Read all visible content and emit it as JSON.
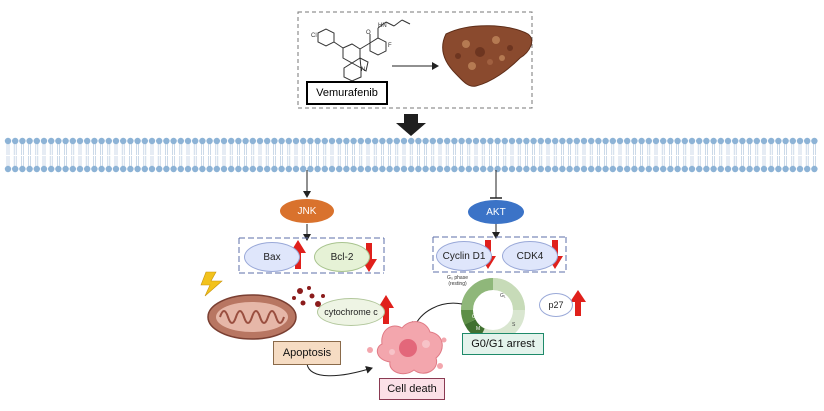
{
  "drug": {
    "name": "Vemurafenib"
  },
  "pathway": {
    "left_kinase": "JNK",
    "right_kinase": "AKT"
  },
  "markers": {
    "bax": "Bax",
    "bcl2": "Bcl-2",
    "cyclin_d1": "Cyclin D1",
    "cdk4": "CDK4",
    "cytochrome_c": "cytochrome c",
    "p27": "p27"
  },
  "cell_cycle": {
    "g0_label": "G₀ phase",
    "g0_sub": "(resting)",
    "phases": [
      "G₁",
      "S",
      "G₂",
      "M"
    ]
  },
  "outcomes": {
    "apoptosis": "Apoptosis",
    "arrest": "G0/G1 arrest",
    "cell_death": "Cell death"
  },
  "colors": {
    "jnk": "#d9722d",
    "akt": "#3b73c7",
    "up_arrow": "#e0201b",
    "dashed": "#5e6fa8",
    "membrane": "#8db3d6"
  }
}
